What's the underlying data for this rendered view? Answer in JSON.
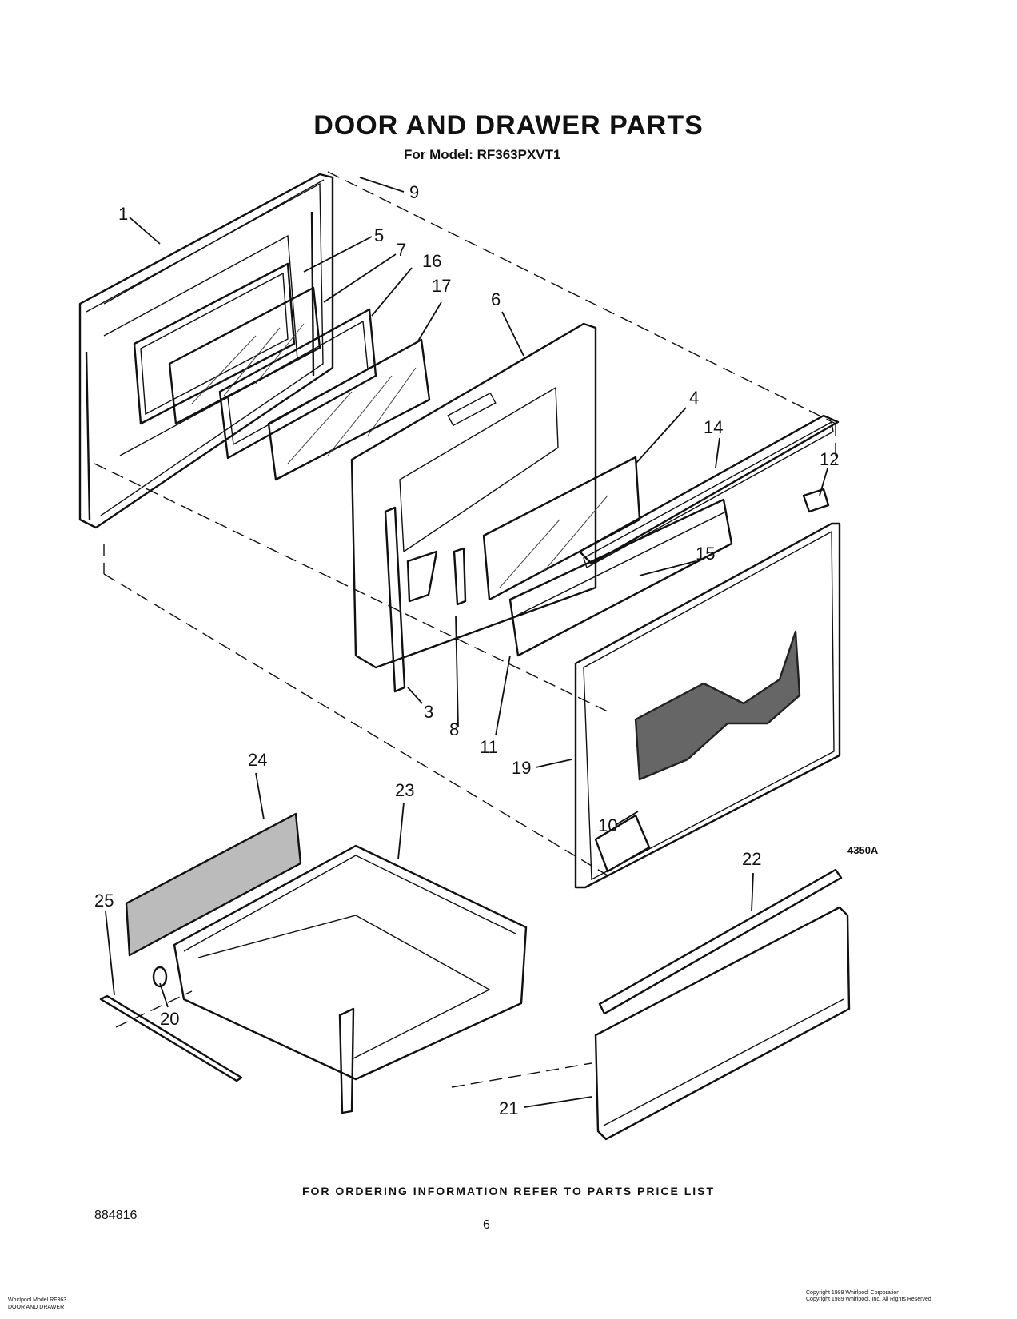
{
  "title": "DOOR AND DRAWER PARTS",
  "subtitle": "For Model: RF363PXVT1",
  "figure_code": "4350A",
  "footer_note": "FOR ORDERING INFORMATION REFER TO PARTS PRICE LIST",
  "doc_number": "884816",
  "page_number": "6",
  "corner_left": [
    "Whirlpool Model RF363",
    "DOOR AND DRAWER"
  ],
  "corner_right": [
    "Copyright 1989 Whirlpool Corporation",
    "Copyright 1989 Whirlpool, Inc. All Rights Reserved"
  ],
  "callouts": [
    {
      "id": "c1",
      "text": "1"
    },
    {
      "id": "c3",
      "text": "3"
    },
    {
      "id": "c4",
      "text": "4"
    },
    {
      "id": "c5",
      "text": "5"
    },
    {
      "id": "c6",
      "text": "6"
    },
    {
      "id": "c7",
      "text": "7"
    },
    {
      "id": "c8",
      "text": "8"
    },
    {
      "id": "c9",
      "text": "9"
    },
    {
      "id": "c10",
      "text": "10"
    },
    {
      "id": "c11",
      "text": "11"
    },
    {
      "id": "c12",
      "text": "12"
    },
    {
      "id": "c14",
      "text": "14"
    },
    {
      "id": "c15",
      "text": "15"
    },
    {
      "id": "c16",
      "text": "16"
    },
    {
      "id": "c17",
      "text": "17"
    },
    {
      "id": "c19",
      "text": "19"
    },
    {
      "id": "c20",
      "text": "20"
    },
    {
      "id": "c21",
      "text": "21"
    },
    {
      "id": "c22",
      "text": "22"
    },
    {
      "id": "c23",
      "text": "23"
    },
    {
      "id": "c24",
      "text": "24"
    },
    {
      "id": "c25",
      "text": "25"
    }
  ]
}
